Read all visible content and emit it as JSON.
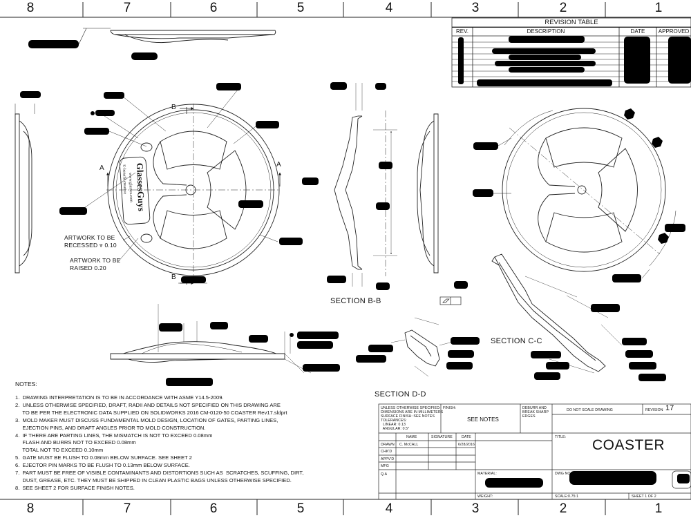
{
  "zones": [
    "8",
    "7",
    "6",
    "5",
    "4",
    "3",
    "2",
    "1"
  ],
  "revision_table": {
    "title": "REVISION TABLE",
    "headers": [
      "REV.",
      "DESCRIPTION",
      "DATE",
      "APPROVED"
    ]
  },
  "labels": {
    "section_b": "B",
    "section_a": "A",
    "artwork_recessed": "ARTWORK TO BE\nRECESSED ⩔ 0.10",
    "artwork_raised": "ARTWORK TO BE\nRAISED 0.20",
    "section_bb": "SECTION B-B",
    "section_cc": "SECTION C-C",
    "section_dd": "SECTION D-D"
  },
  "notes": {
    "title": "NOTES:",
    "items": [
      "1.  DRAWING INTERPRETATION IS TO BE IN ACCORDANCE WITH ASME Y14.5-2009.",
      "2.  UNLESS OTHERWISE SPECIFIED, DRAFT, RADII AND DETAILS NOT SPECIFIED ON THIS DRAWING ARE",
      "     TO BE PER THE ELECTRONIC DATA SUPPLIED ON SOLIDWORKS 2016 CM-0120-50 COASTER Rev17.sldprt",
      "3.  MOLD MAKER MUST DISCUSS FUNDAMENTAL MOLD DESIGN, LOCATION OF GATES, PARTING LINES,",
      "     EJECTION PINS, AND DRAFT ANGLES PRIOR TO MOLD CONSTRUCTION.",
      "4.  IF THERE ARE PARTING LINES, THE MISMATCH IS NOT TO EXCEED 0.08mm",
      "     FLASH AND BURRS NOT TO EXCEED 0.08mm",
      "     TOTAL NOT TO EXCEED 0.10mm",
      "5.  GATE MUST BE FLUSH TO 0.08mm BELOW SURFACE. SEE SHEET 2",
      "6.  EJECTOR PIN MARKS TO BE FLUSH TO 0.13mm BELOW SURFACE.",
      "7.  PART MUST BE FREE OF VISIBLE CONTAMINANTS AND DISTORTIONS SUCH AS  SCRATCHES, SCUFFING, DIRT,",
      "     DUST, GREASE, ETC. THEY MUST BE SHIPPED IN CLEAN PLASTIC BAGS UNLESS OTHERWISE SPECIFIED.",
      "8.  SEE SHEET 2 FOR SURFACE FINISH NOTES."
    ]
  },
  "title_block": {
    "tolerance": "UNLESS OTHERWISE SPECIFIED:\nDIMENSIONS ARE IN MILLIMETERS\nSURFACE FINISH: SEE NOTES\nTOLERANCES:\n  LINEAR: 0.13\n  ANGULAR: 0.5°",
    "finish_label": "FINISH:",
    "finish_value": "SEE NOTES",
    "deburr": "DEBURR AND\nBREAK SHARP\nEDGES",
    "do_not_scale": "DO NOT SCALE DRAWING",
    "revision_label": "REVISION",
    "revision_value": "17",
    "name_header": "NAME",
    "signature_header": "SIGNATURE",
    "date_header": "DATE",
    "rows": [
      "DRAWN",
      "CHK'D",
      "APPV'D",
      "MFG",
      "Q.A"
    ],
    "drawn_name": "C. McCALL",
    "drawn_date": "6/28/2016",
    "title_label": "TITLE:",
    "title_value": "COASTER",
    "material_label": "MATERIAL:",
    "dwg_label": "DWG NO.",
    "weight_label": "WEIGHT:",
    "scale": "SCALE:0.75:1",
    "sheet": "SHEET 1 OF 2"
  },
  "artwork_text": {
    "line1": "GlassesGuys",
    "line2": "www.glasses.com",
    "line3": "© benefit creative"
  }
}
